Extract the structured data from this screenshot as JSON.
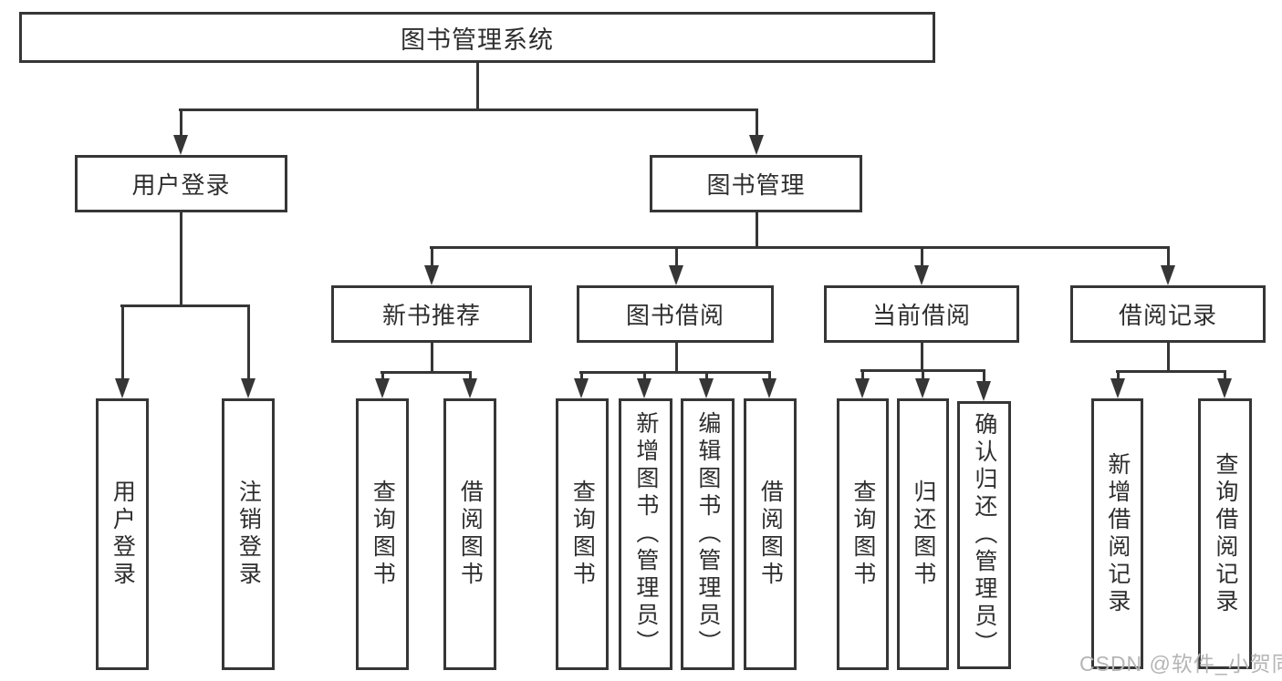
{
  "diagram_type": "tree",
  "nodes": {
    "root": "图书管理系统",
    "user_login": "用户登录",
    "book_mgmt": "图书管理",
    "new_book_rec": "新书推荐",
    "book_borrow": "图书借阅",
    "current_borrow": "当前借阅",
    "borrow_records": "借阅记录",
    "login_action": "用户登录",
    "logout_action": "注销登录",
    "rec_query_books": "查询图书",
    "rec_borrow_books": "借阅图书",
    "bb_query_books": "查询图书",
    "bb_add_books": "新增图书（管理员）",
    "bb_edit_books": "编辑图书（管理员）",
    "bb_borrow_books": "借阅图书",
    "cb_query_books": "查询图书",
    "cb_return_books": "归还图书",
    "cb_confirm_return": "确认归还（管理员）",
    "br_add_record": "新增借阅记录",
    "br_query_record": "查询借阅记录"
  },
  "structure": {
    "图书管理系统": {
      "用户登录": [
        "用户登录",
        "注销登录"
      ],
      "图书管理": {
        "新书推荐": [
          "查询图书",
          "借阅图书"
        ],
        "图书借阅": [
          "查询图书",
          "新增图书（管理员）",
          "编辑图书（管理员）",
          "借阅图书"
        ],
        "当前借阅": [
          "查询图书",
          "归还图书",
          "确认归还（管理员）"
        ],
        "借阅记录": [
          "新增借阅记录",
          "查询借阅记录"
        ]
      }
    }
  },
  "watermark": "CSDN @软件_小贺同学",
  "colors": {
    "line": "#363636",
    "box_border": "#363636",
    "box_bg": "#ffffff",
    "text": "#2e2e2e",
    "watermark": "#b5b5b5",
    "background": "#ffffff"
  }
}
